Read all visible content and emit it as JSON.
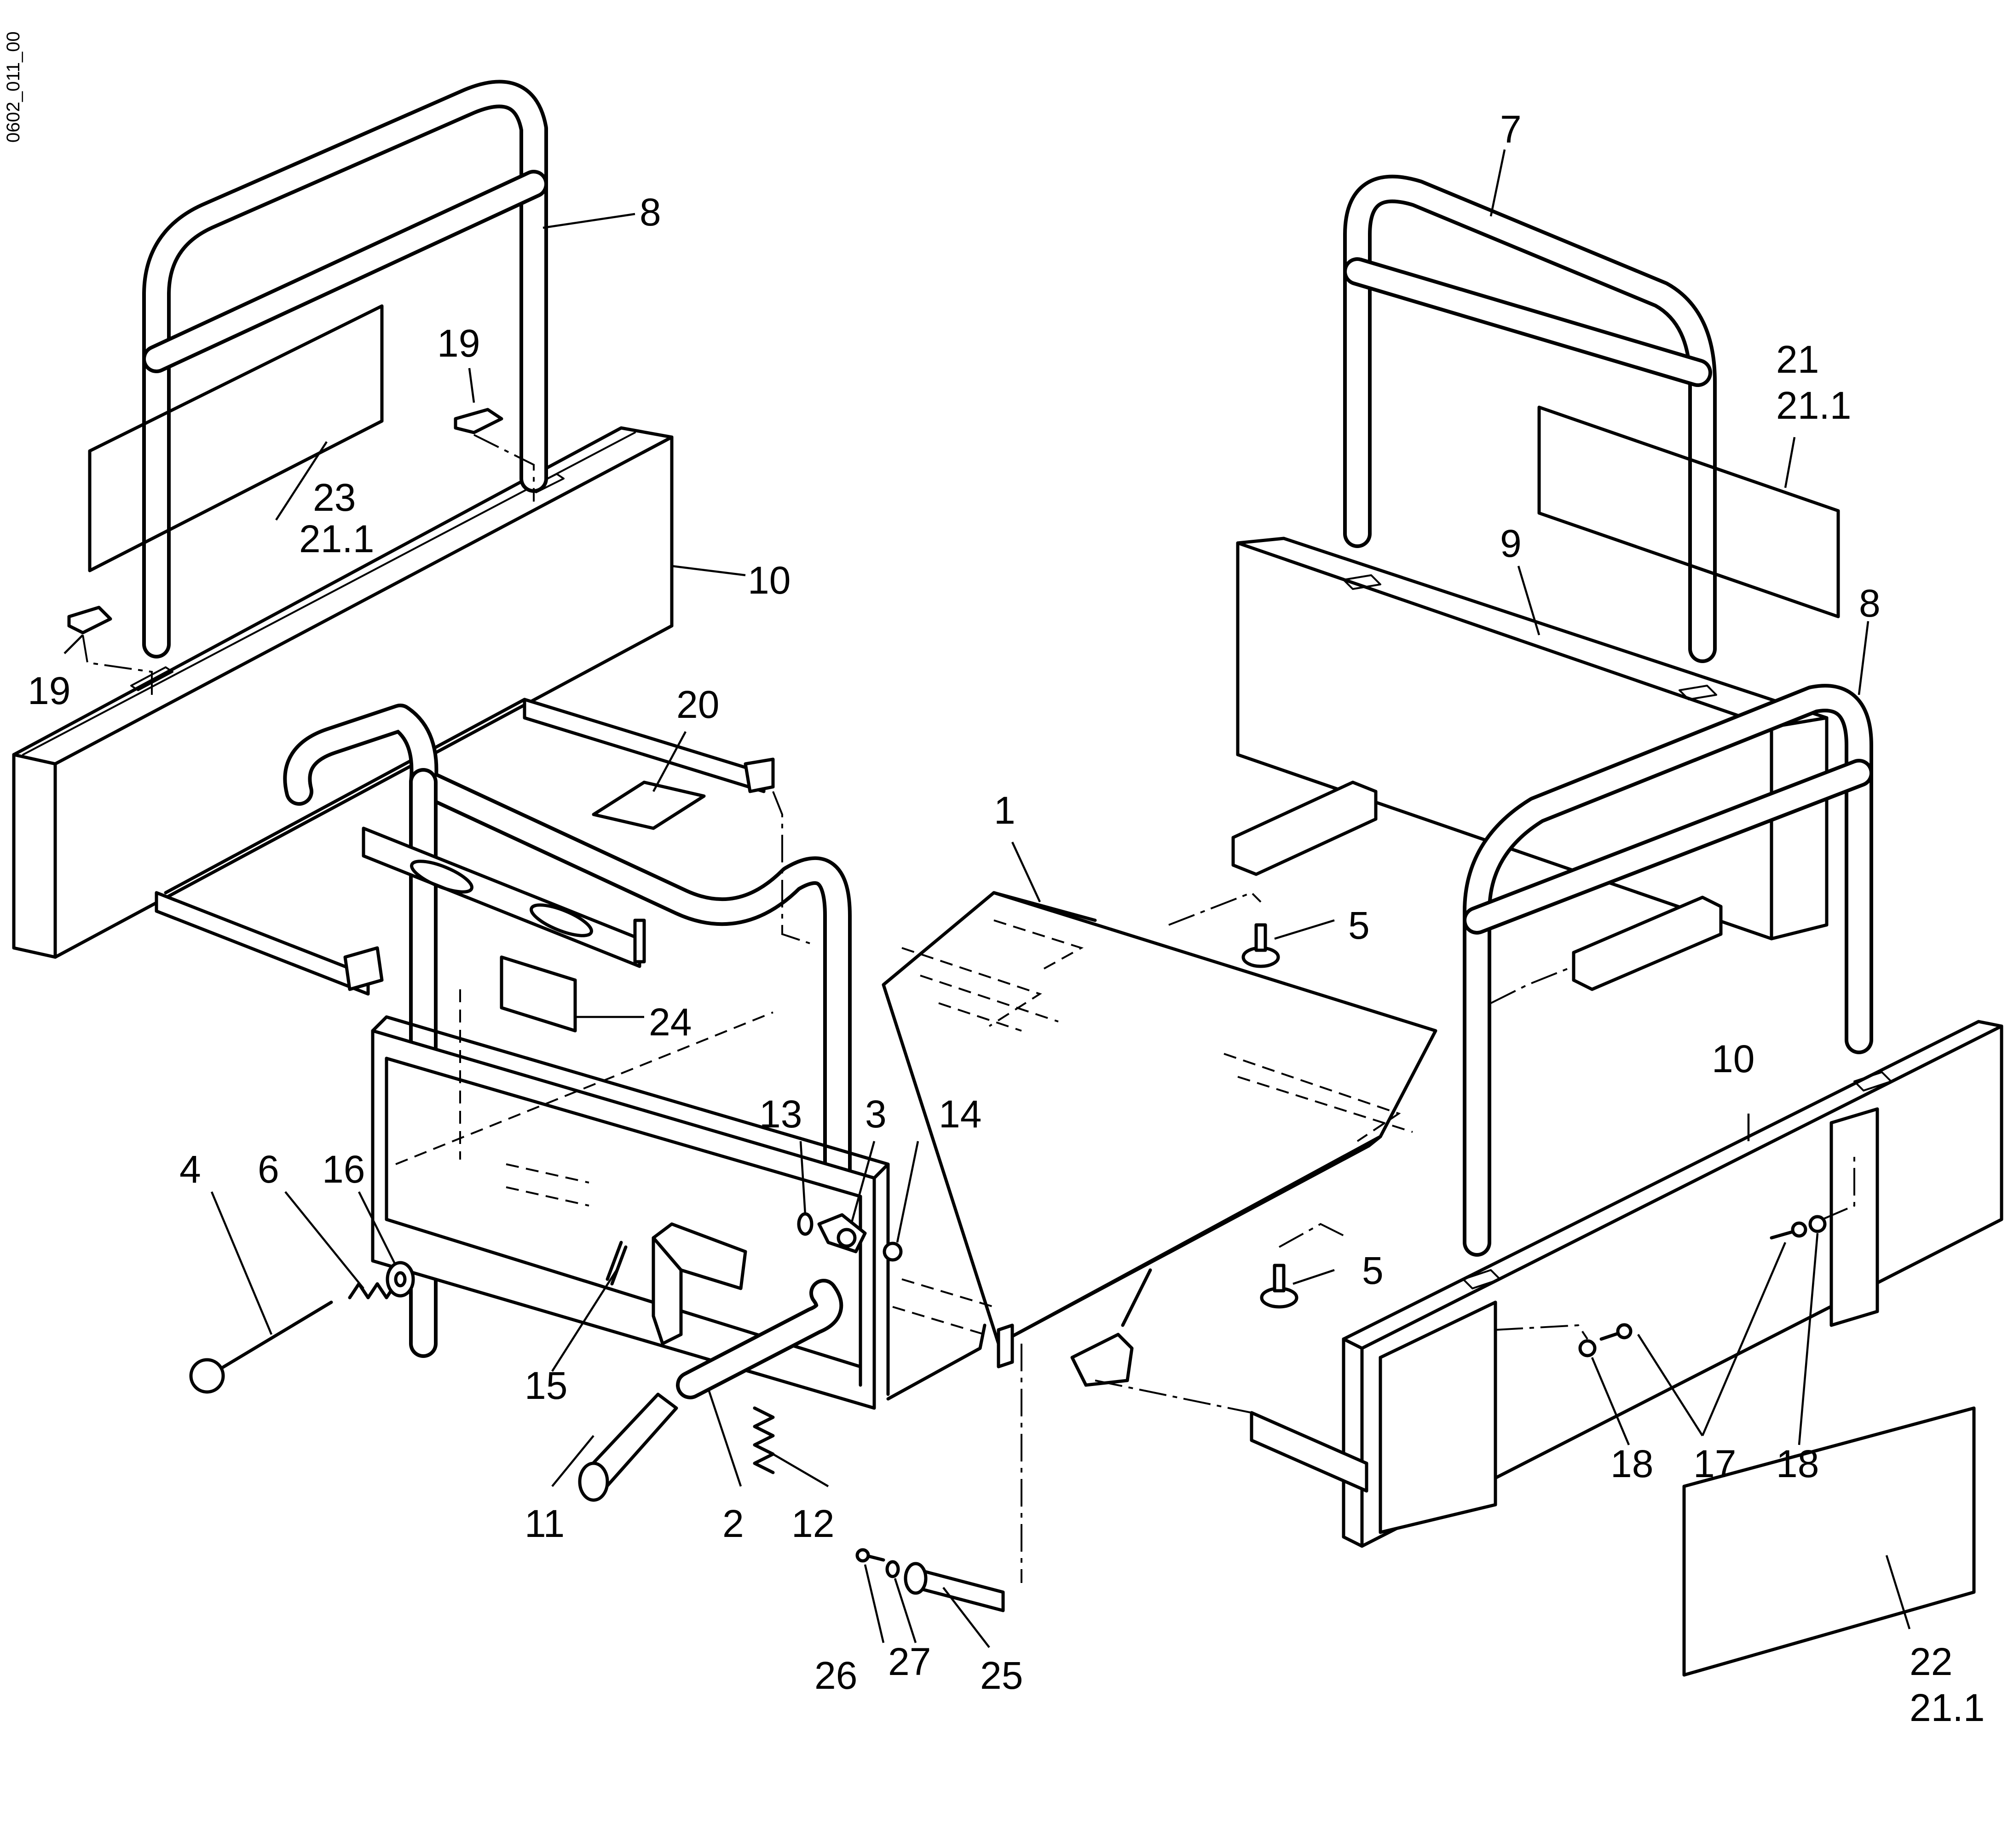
{
  "figure": {
    "doc_id": "0602_011_00"
  },
  "callouts": {
    "c1": "1",
    "c2": "2",
    "c3": "3",
    "c4": "4",
    "c5a": "5",
    "c5b": "5",
    "c6": "6",
    "c7": "7",
    "c8a": "8",
    "c8b": "8",
    "c9": "9",
    "c10a": "10",
    "c10b": "10",
    "c11": "11",
    "c12": "12",
    "c13": "13",
    "c14": "14",
    "c15": "15",
    "c16": "16",
    "c17": "17",
    "c18a": "18",
    "c18b": "18",
    "c19a": "19",
    "c19b": "19",
    "c20": "20",
    "c21": "21",
    "c21_1a": "21.1",
    "c22": "22",
    "c21_1b": "21.1",
    "c23": "23",
    "c21_1c": "21.1",
    "c24": "24",
    "c25": "25",
    "c26": "26",
    "c27": "27"
  }
}
